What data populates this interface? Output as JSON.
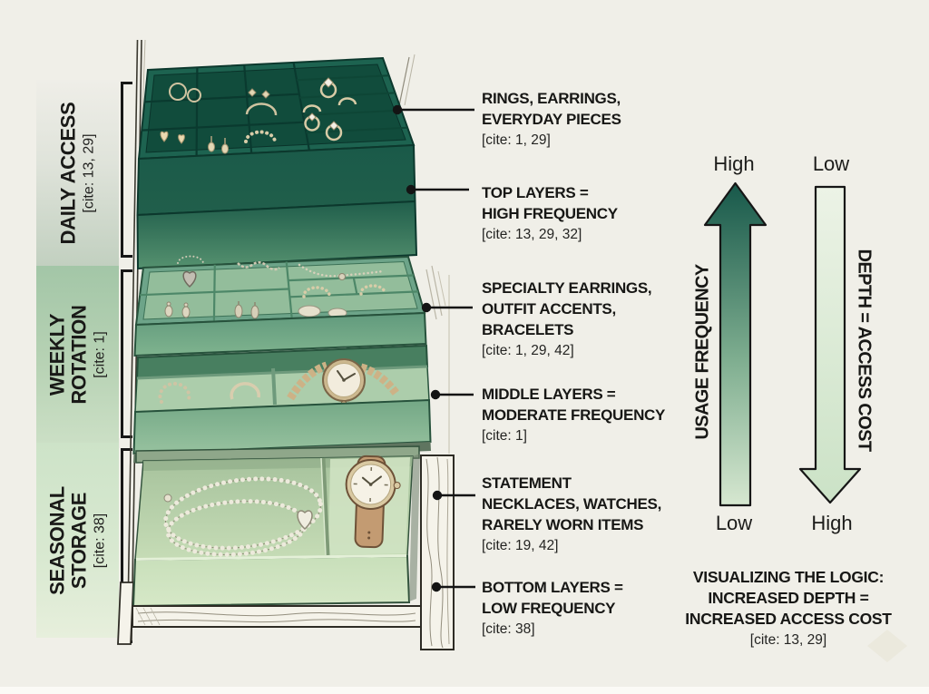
{
  "sidebar": {
    "zones": [
      {
        "lines": [
          "DAILY ACCESS"
        ],
        "cite": "[cite: 13, 29]"
      },
      {
        "lines": [
          "WEEKLY",
          "ROTATION"
        ],
        "cite": "[cite: 1]"
      },
      {
        "lines": [
          "SEASONAL",
          "STORAGE"
        ],
        "cite": "[cite: 38]"
      }
    ]
  },
  "callouts": [
    {
      "lines": [
        "RINGS, EARRINGS,",
        "EVERYDAY PIECES"
      ],
      "cite": "[cite: 1, 29]"
    },
    {
      "lines": [
        "TOP LAYERS =",
        "HIGH FREQUENCY"
      ],
      "cite": "[cite: 13, 29, 32]"
    },
    {
      "lines": [
        "SPECIALTY EARRINGS,",
        "OUTFIT ACCENTS,",
        "BRACELETS"
      ],
      "cite": "[cite: 1, 29, 42]"
    },
    {
      "lines": [
        "MIDDLE LAYERS =",
        "MODERATE FREQUENCY"
      ],
      "cite": "[cite: 1]"
    },
    {
      "lines": [
        "STATEMENT",
        "NECKLACES, WATCHES,",
        "RARELY WORN ITEMS"
      ],
      "cite": "[cite: 19, 42]"
    },
    {
      "lines": [
        "BOTTOM LAYERS =",
        "LOW FREQUENCY"
      ],
      "cite": "[cite: 38]"
    }
  ],
  "arrows": {
    "usage": {
      "label": "USAGE FREQUENCY",
      "top_label": "High",
      "bottom_label": "Low",
      "direction": "up",
      "color_top": "#17584a",
      "color_bottom": "#d6e7d0"
    },
    "depth": {
      "label": "DEPTH = ACCESS COST",
      "top_label": "Low",
      "bottom_label": "High",
      "direction": "down",
      "color_top": "#ecf3e6",
      "color_bottom": "#cbe2c6"
    }
  },
  "note": {
    "lines": [
      "VISUALIZING THE LOGIC:",
      "INCREASED DEPTH =",
      "INCREASED ACCESS COST"
    ],
    "cite": "[cite: 13, 29]"
  },
  "colors": {
    "background": "#f0efe8",
    "dark_green": "#17584a",
    "mid_green": "#6da489",
    "light_green": "#cde3c8",
    "line_black": "#171717"
  }
}
